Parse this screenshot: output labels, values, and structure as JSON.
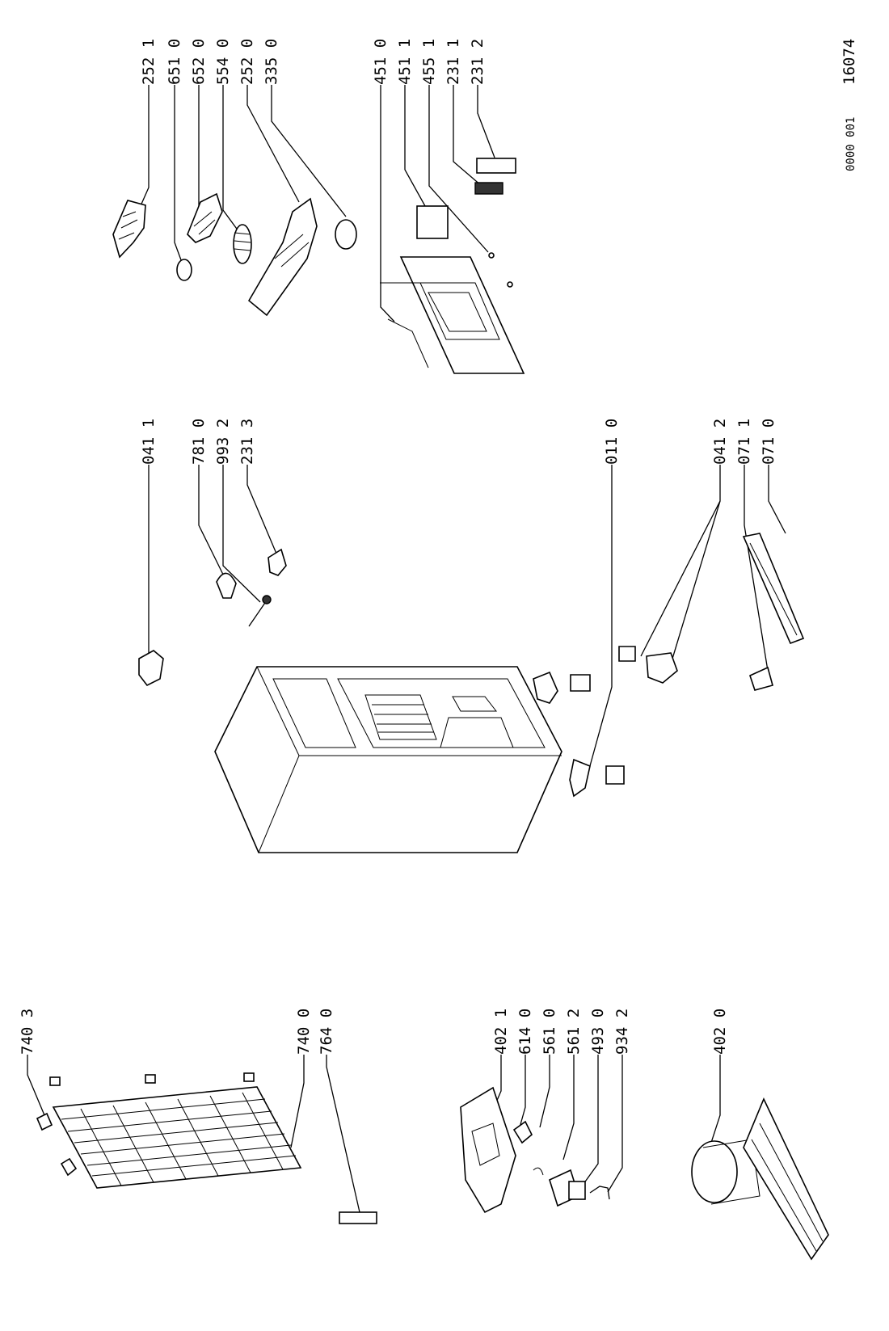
{
  "doc": {
    "drawing_number": "16074",
    "reference_code": "0000 001"
  },
  "labels": {
    "l_252_1": "252 1",
    "l_651_0": "651 0",
    "l_652_0": "652 0",
    "l_554_0": "554 0",
    "l_252_0": "252 0",
    "l_335_0": "335 0",
    "l_451_0": "451 0",
    "l_451_1": "451 1",
    "l_455_1": "455 1",
    "l_231_1": "231 1",
    "l_231_2": "231 2",
    "l_041_1": "041 1",
    "l_781_0": "781 0",
    "l_993_2": "993 2",
    "l_231_3": "231 3",
    "l_011_0": "011 0",
    "l_041_2": "041 2",
    "l_071_1": "071 1",
    "l_071_0": "071 0",
    "l_740_3": "740 3",
    "l_740_0": "740 0",
    "l_764_0": "764 0",
    "l_402_1": "402 1",
    "l_614_0": "614 0",
    "l_561_0": "561 0",
    "l_561_2": "561 2",
    "l_493_0": "493 0",
    "l_934_2": "934 2",
    "l_402_0": "402 0"
  }
}
